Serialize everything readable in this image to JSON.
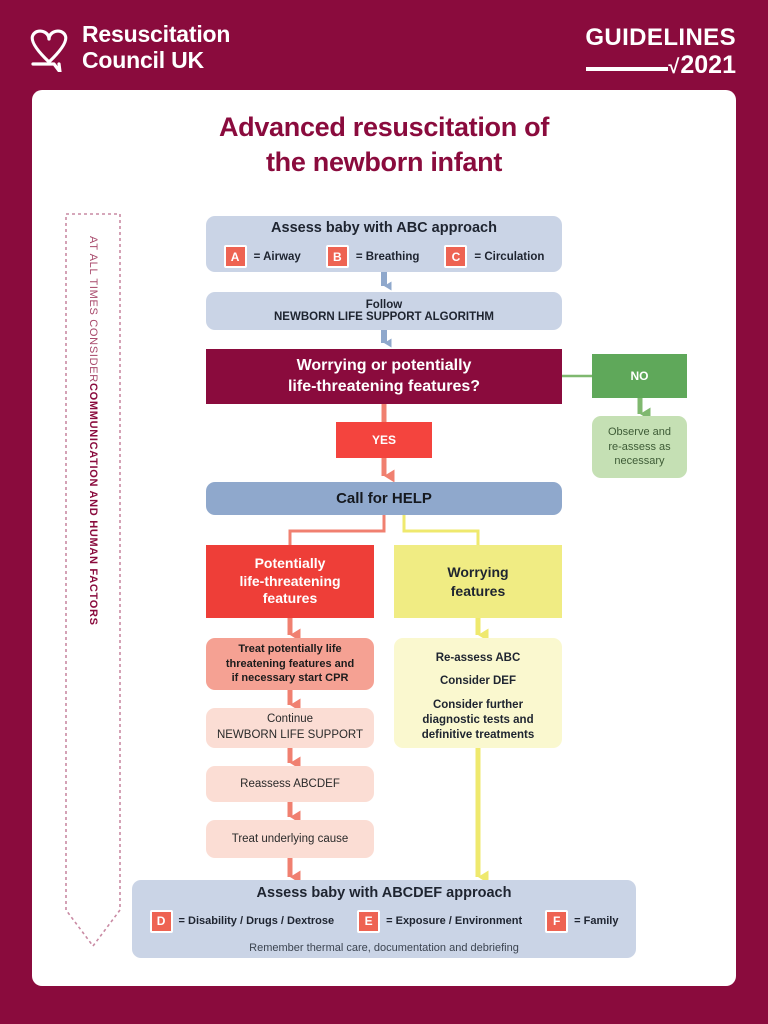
{
  "brand": {
    "org_name_line1": "Resuscitation",
    "org_name_line2": "Council UK",
    "logo_icon": "heart-speech-bubble-icon",
    "guidelines_label": "GUIDELINES",
    "guidelines_tick": "√",
    "guidelines_year": "2021",
    "brand_color": "#8A0B3D"
  },
  "page": {
    "title_line1": "Advanced resuscitation of",
    "title_line2": "the newborn infant"
  },
  "side_banner": {
    "text_light": "AT ALL TIMES CONSIDER ",
    "text_bold": "COMMUNICATION AND HUMAN FACTORS",
    "full_text": "AT ALL TIMES CONSIDER COMMUNICATION AND HUMAN FACTORS"
  },
  "flow": {
    "assess_abc": {
      "title": "Assess baby with ABC approach",
      "items": [
        {
          "letter": "A",
          "meaning": "= Airway"
        },
        {
          "letter": "B",
          "meaning": "= Breathing"
        },
        {
          "letter": "C",
          "meaning": "= Circulation"
        }
      ]
    },
    "follow_nls": {
      "line1": "Follow",
      "line2": "NEWBORN LIFE SUPPORT ALGORITHM"
    },
    "decision": {
      "line1": "Worrying or potentially",
      "line2": "life-threatening features?"
    },
    "no_label": "NO",
    "observe": {
      "line1": "Observe and",
      "line2": "re-assess as",
      "line3": "necessary"
    },
    "yes_label": "YES",
    "call_help": "Call for HELP",
    "branch_left": {
      "line1": "Potentially",
      "line2": "life-threatening",
      "line3": "features"
    },
    "branch_right": {
      "line1": "Worrying",
      "line2": "features"
    },
    "left_steps": [
      {
        "lines": [
          "Treat potentially life",
          "threatening features and",
          "if necessary start CPR"
        ],
        "weight": "bold"
      },
      {
        "lines": [
          "Continue",
          "NEWBORN LIFE SUPPORT"
        ],
        "weight": "regular"
      },
      {
        "lines": [
          "Reassess ABCDEF"
        ],
        "weight": "regular"
      },
      {
        "lines": [
          "Treat underlying cause"
        ],
        "weight": "regular"
      }
    ],
    "right_step": {
      "line1": "Re-assess ABC",
      "line2": "Consider DEF",
      "line3": "Consider further",
      "line4": "diagnostic tests and",
      "line5": "definitive treatments"
    },
    "assess_abcdef": {
      "title": "Assess baby with ABCDEF approach",
      "items": [
        {
          "letter": "D",
          "meaning": "= Disability / Drugs / Dextrose"
        },
        {
          "letter": "E",
          "meaning": "= Exposure / Environment"
        },
        {
          "letter": "F",
          "meaning": "=  Family"
        }
      ],
      "footnote": "Remember thermal care, documentation and debriefing"
    }
  },
  "colors": {
    "maroon": "#8A0B3D",
    "blue_light": "#CAD4E6",
    "blue_mid": "#8FA8CC",
    "red": "#EE3E38",
    "salmon": "#F08070",
    "pink_mid": "#F5A193",
    "pink_light": "#FBDDD4",
    "yellow": "#F0EC83",
    "yellow_light": "#FAF8CF",
    "green_dark": "#5FA85A",
    "green_light": "#C5E0B4",
    "chip": "#EE6352"
  }
}
